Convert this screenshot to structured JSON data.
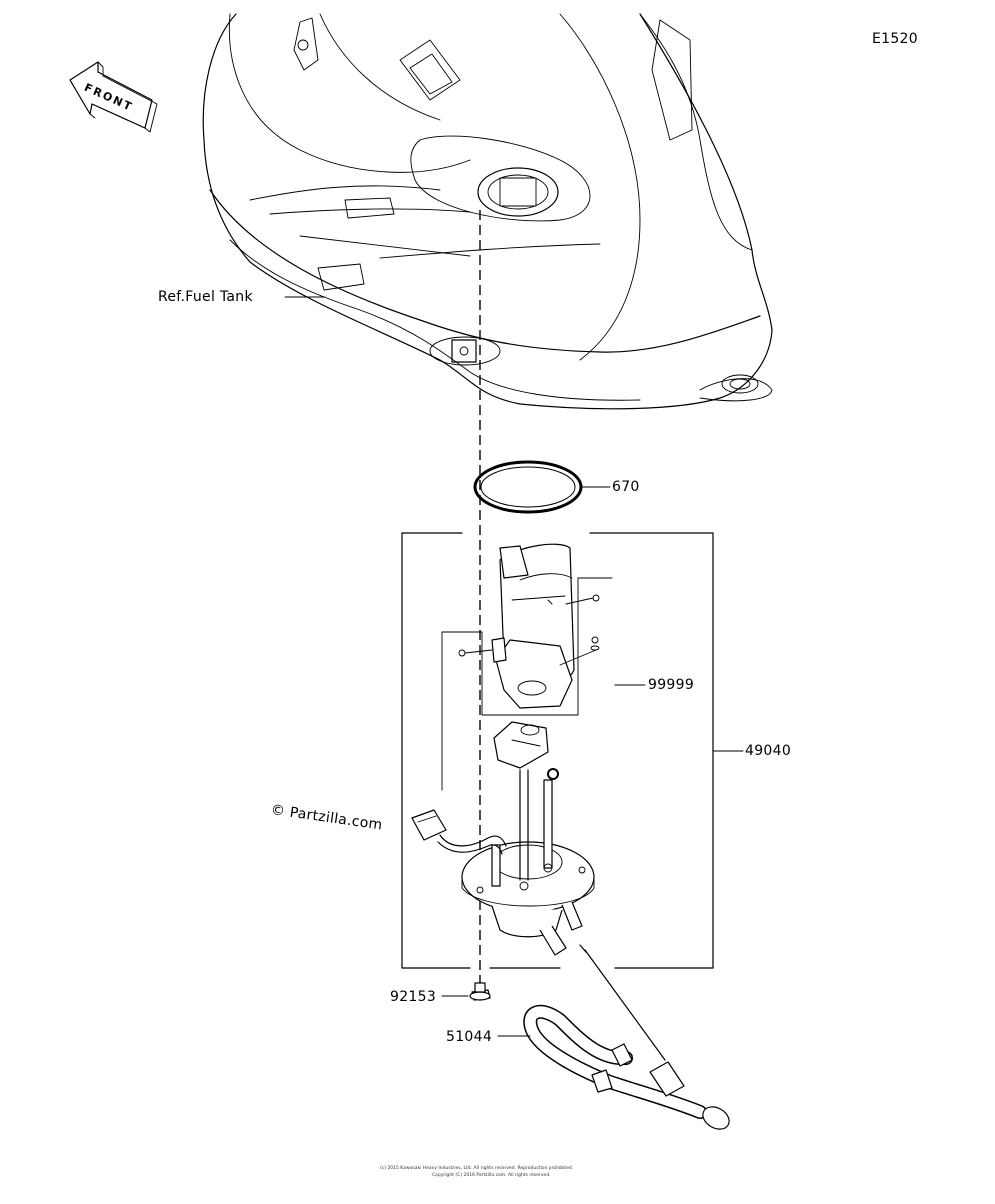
{
  "diagram": {
    "code": "E1520",
    "front_label": "FRONT",
    "watermark": "© Partzilla.com",
    "parts": {
      "fuel_tank": "Ref.Fuel Tank",
      "o_ring": "670",
      "pump_detail": "99999",
      "pump_assembly": "49040",
      "bolt": "92153",
      "hose": "51044"
    },
    "fineprint": [
      "(c) 2015 Kawasaki Heavy Industries, Ltd. All rights reserved. Reproduction prohibited.",
      "Copyright (C) 2016 Partzilla.com. All rights reserved."
    ]
  }
}
